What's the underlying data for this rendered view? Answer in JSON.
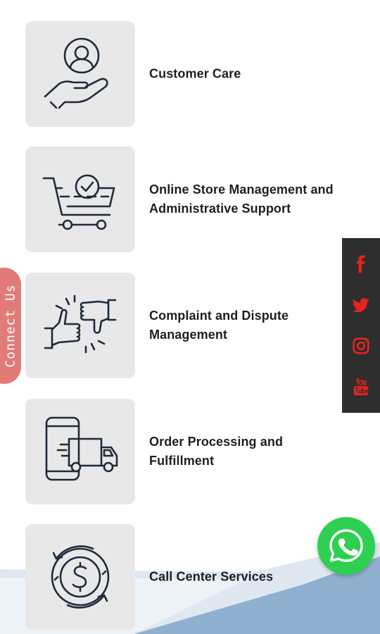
{
  "services": [
    {
      "title": "Customer Care",
      "icon": "customer-care-icon"
    },
    {
      "title": "Online Store Management and Administrative Support",
      "icon": "shopping-cart-check-icon"
    },
    {
      "title": "Complaint and Dispute Management",
      "icon": "thumbs-up-down-icon"
    },
    {
      "title": "Order Processing and Fulfillment",
      "icon": "phone-delivery-truck-icon"
    },
    {
      "title": "Call Center Services",
      "icon": "dollar-cycle-icon"
    }
  ],
  "connect_tab": {
    "label": "Connect Us"
  },
  "social": [
    {
      "name": "facebook-icon"
    },
    {
      "name": "twitter-icon"
    },
    {
      "name": "instagram-icon"
    },
    {
      "name": "youtube-icon"
    }
  ],
  "whatsapp": {
    "icon": "whatsapp-icon"
  },
  "colors": {
    "card_bg": "#e8e8e8",
    "icon_stroke": "#1e2a3a",
    "connect_tab": "#e07b78",
    "social_bar": "#2e2e2e",
    "social_icon": "#e8231e",
    "whatsapp": "#2fd052",
    "wave": "#8fb0cf"
  }
}
